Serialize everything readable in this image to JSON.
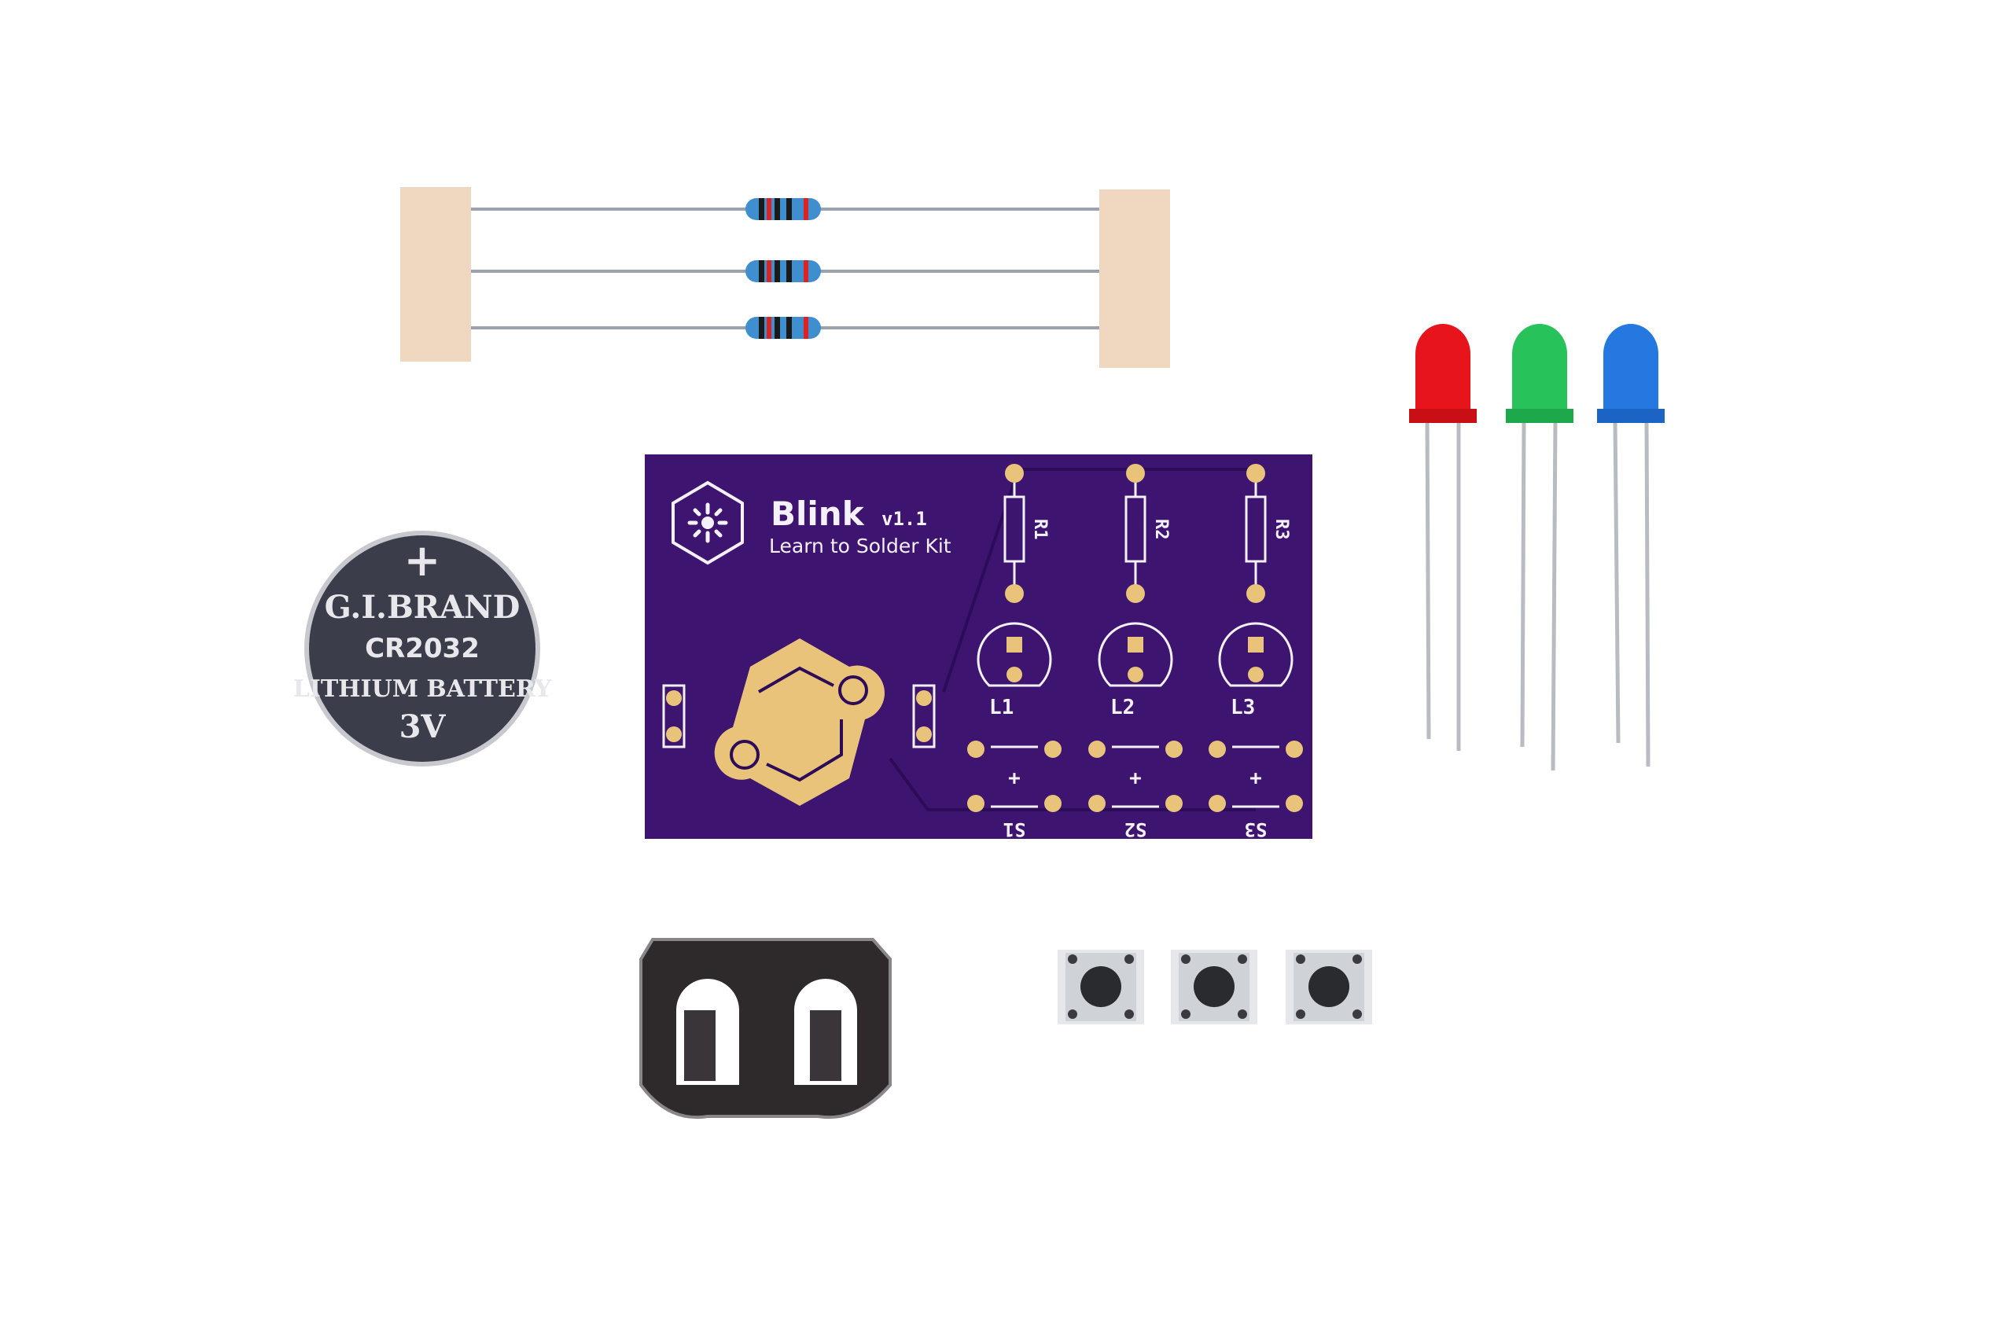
{
  "pcb": {
    "title": "Blink",
    "version": "v1.1",
    "subtitle": "Learn to Solder Kit",
    "resistor_labels": [
      "R1",
      "R2",
      "R3"
    ],
    "led_labels": [
      "L1",
      "L2",
      "L3"
    ],
    "switch_labels": [
      "S1",
      "S2",
      "S3"
    ],
    "switch_symbol": "+"
  },
  "battery": {
    "polarity": "+",
    "brand": "G.I.BRAND",
    "model": "CR2032",
    "type": "LITHIUM BATTERY",
    "voltage": "3V"
  },
  "colors": {
    "pcb": "#3d1470",
    "pad": "#e9c37a",
    "led_red": "#e8141c",
    "led_green": "#27c25a",
    "led_blue": "#2478e0"
  }
}
